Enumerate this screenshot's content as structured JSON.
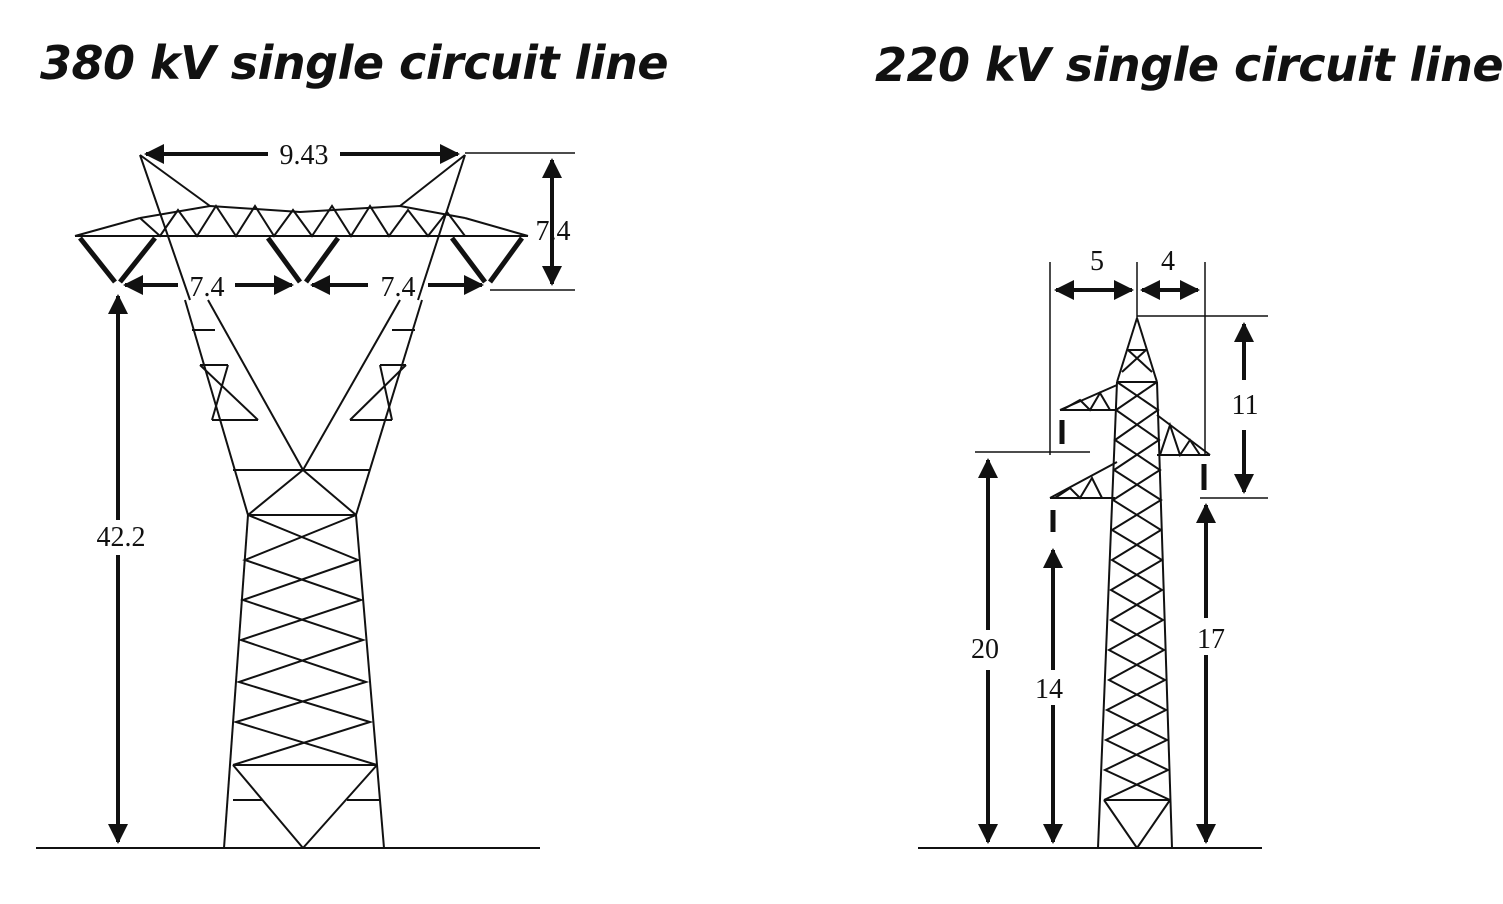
{
  "titles": {
    "left": "380 kV single circuit line",
    "right": "220 kV single circuit line"
  },
  "tower_380": {
    "dim_top_width": "9.43",
    "dim_top_height": "7.4",
    "dim_phase_spacing_left": "7.4",
    "dim_phase_spacing_right": "7.4",
    "dim_conductor_height": "42.2"
  },
  "tower_220": {
    "dim_arm_left": "5",
    "dim_arm_right": "4",
    "dim_top_to_arm": "11",
    "dim_left_upper_height": "20",
    "dim_left_lower_height": "14",
    "dim_right_height": "17"
  },
  "colors": {
    "line": "#111111",
    "background": "#ffffff"
  }
}
